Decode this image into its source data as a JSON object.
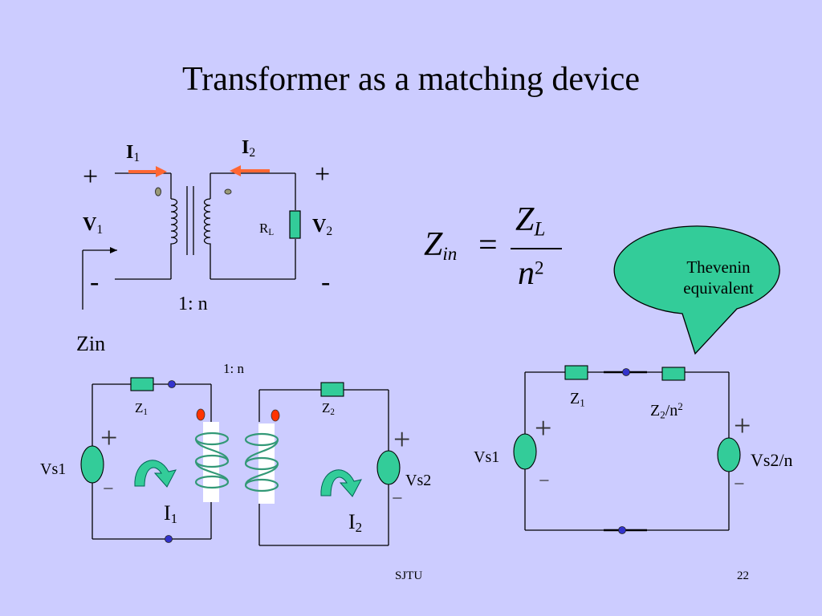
{
  "title": "Transformer as a matching device",
  "top_circuit": {
    "plus_left": "+",
    "minus_left": "-",
    "plus_right": "+",
    "minus_right": "-",
    "I1": {
      "main": "I",
      "sub": "1"
    },
    "I2": {
      "main": "I",
      "sub": "2"
    },
    "V1": {
      "main": "V",
      "sub": "1"
    },
    "V2": {
      "main": "V",
      "sub": "2"
    },
    "RL": {
      "main": "R",
      "sub": "L"
    },
    "ratio": "1: n",
    "zin": "Zin"
  },
  "formula": {
    "lhs_main": "Z",
    "lhs_sub": "in",
    "equals": "=",
    "num_main": "Z",
    "num_sub": "L",
    "den_main": "n",
    "den_sup": "2"
  },
  "callout": {
    "line1": "Thevenin",
    "line2": "equivalent"
  },
  "bottom_circuit": {
    "ratio": "1: n",
    "Z1": {
      "main": "Z",
      "sub": "1"
    },
    "Z2": {
      "main": "Z",
      "sub": "2"
    },
    "vs1": "Vs1",
    "vs2": "Vs2",
    "plus": "+",
    "minus": "−",
    "I1": {
      "main": "I",
      "sub": "1"
    },
    "I2": {
      "main": "I",
      "sub": "2"
    }
  },
  "thevenin": {
    "Z1": {
      "main": "Z",
      "sub": "1"
    },
    "Z2n2": {
      "main": "Z",
      "sub": "2",
      "rest": "/n",
      "sup": "2"
    },
    "vs1": "Vs1",
    "vs2n": "Vs2/n",
    "plus": "+",
    "minus": "−"
  },
  "footer": {
    "center": "SJTU",
    "page": "22"
  },
  "colors": {
    "background": "#ccccff",
    "component": "#33cc99",
    "arrow": "#ff6633",
    "dot_blue": "#3333cc",
    "dot_red": "#ff3300",
    "callout": "#33cc99"
  }
}
